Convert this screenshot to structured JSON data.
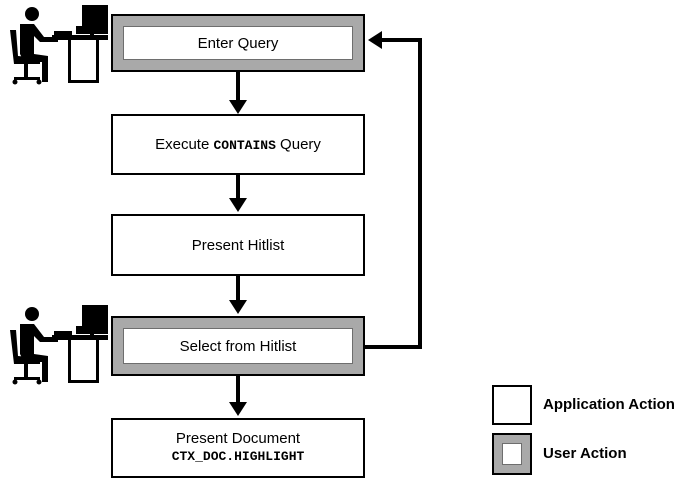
{
  "steps": [
    {
      "id": "enter-query",
      "kind": "user",
      "text": "Enter Query"
    },
    {
      "id": "execute-query",
      "kind": "app",
      "text_before": "Execute ",
      "code": "CONTAINS",
      "text_after": " Query"
    },
    {
      "id": "present-hitlist",
      "kind": "app",
      "text": "Present Hitlist"
    },
    {
      "id": "select-hitlist",
      "kind": "user",
      "text": "Select from Hitlist"
    },
    {
      "id": "present-document",
      "kind": "app",
      "text": "Present Document",
      "code": "CTX_DOC.HIGHLIGHT"
    }
  ],
  "legend": {
    "application": "Application Action",
    "user": "User Action"
  },
  "colors": {
    "user_frame": "#a9a9a9",
    "line": "#000000"
  },
  "icons": [
    "person-at-computer-icon",
    "person-at-computer-icon"
  ]
}
